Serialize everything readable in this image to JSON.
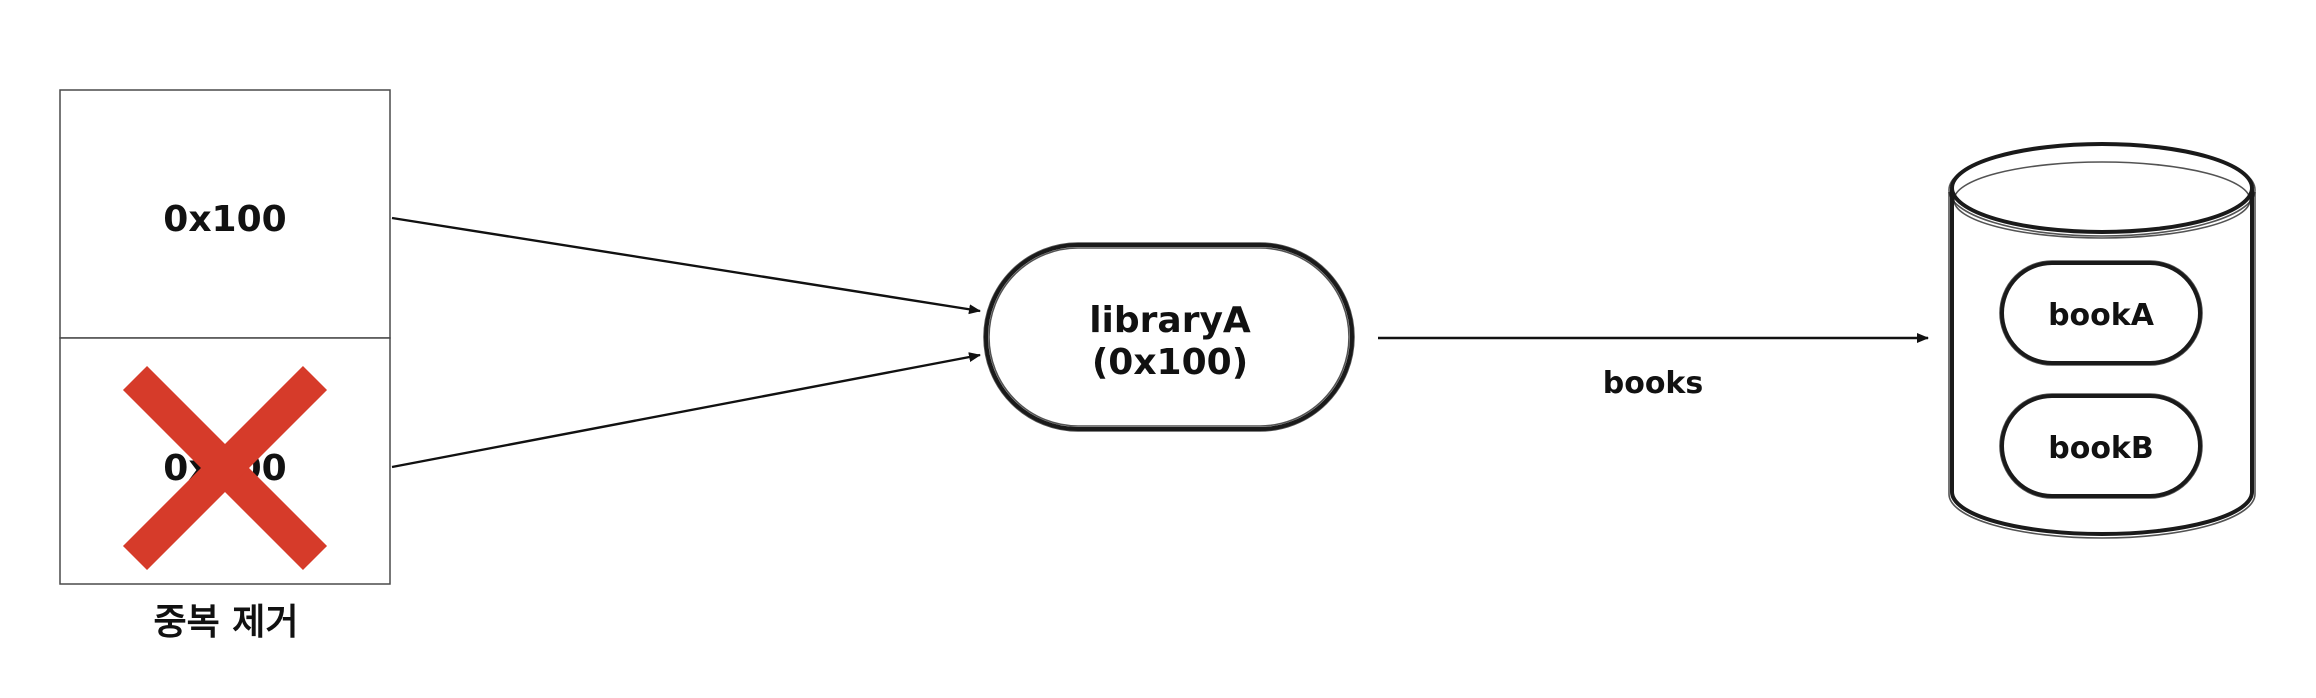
{
  "reference_list": {
    "items": [
      {
        "label": "0x100",
        "removed": false
      },
      {
        "label": "0x100",
        "removed": true
      }
    ],
    "caption": "중복 제거"
  },
  "library_node": {
    "name": "libraryA",
    "address": "(0x100)"
  },
  "relation": {
    "label": "books"
  },
  "book_store": {
    "items": [
      "bookA",
      "bookB"
    ]
  },
  "colors": {
    "remove_mark": "#d63b2a",
    "stroke": "#1a1a1a"
  },
  "icons": {
    "remove_mark": "cross-mark-icon",
    "store": "database-cylinder-icon"
  }
}
